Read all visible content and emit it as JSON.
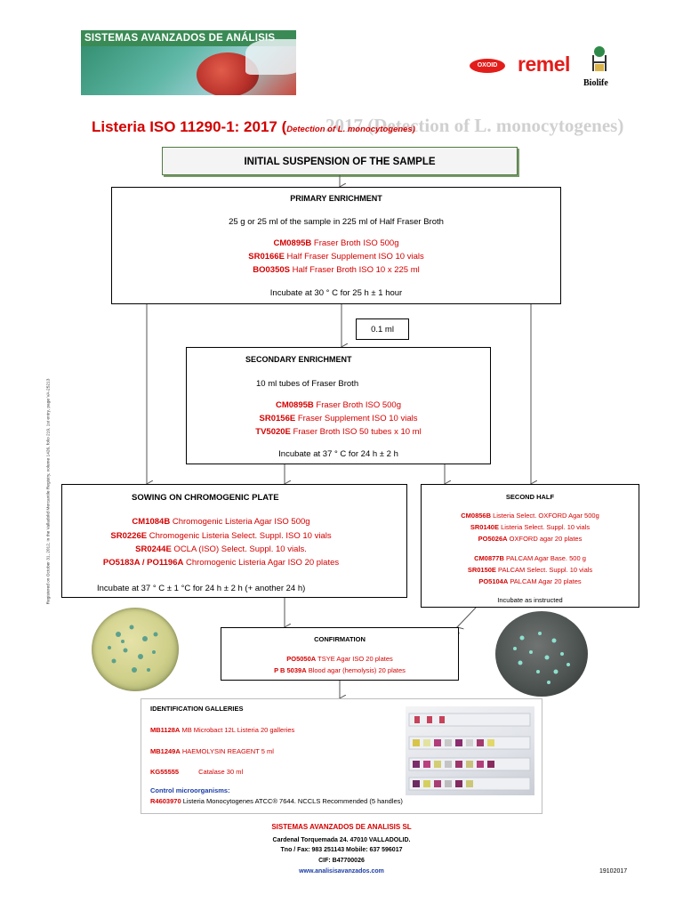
{
  "header": {
    "banner_text": "SISTEMAS AVANZADOS DE ANÁLISIS",
    "oxoid": "OXOID",
    "remel": "remel",
    "biolife": "Biolife"
  },
  "title": {
    "main": "Listeria ISO 11290-1: 2017 (",
    "detection": "Detection of L. monocytogenes)",
    "ghost": "2017 (Detection of L. monocytogenes)"
  },
  "initial": "INITIAL SUSPENSION OF THE SAMPLE",
  "primary": {
    "title": "PRIMARY ENRICHMENT",
    "desc": "25 g or 25 ml of the sample in 225 ml of Half Fraser Broth",
    "items": [
      {
        "code": "CM0895B",
        "text": " Fraser Broth ISO 500g"
      },
      {
        "code": "SR0166E",
        "text": " Half Fraser Supplement ISO 10 vials"
      },
      {
        "code": "BO0350S",
        "text": " Half Fraser Broth ISO 10 x 225 ml"
      }
    ],
    "incubate": "Incubate at 30 ° C for 25 h ± 1 hour"
  },
  "transfer": "0.1 ml",
  "secondary": {
    "title": "SECONDARY ENRICHMENT",
    "desc": "10 ml tubes of Fraser Broth",
    "items": [
      {
        "code": "CM0895B",
        "text": " Fraser Broth ISO 500g"
      },
      {
        "code": "SR0156E",
        "text": " Fraser Supplement ISO 10 vials"
      },
      {
        "code": "TV5020E",
        "text": " Fraser Broth ISO 50 tubes x 10 ml"
      }
    ],
    "incubate": "Incubate at 37 ° C for 24 h ± 2 h"
  },
  "sowing": {
    "title": "SOWING ON CHROMOGENIC PLATE",
    "items": [
      {
        "code": "CM1084B",
        "text": " Chromogenic Listeria Agar ISO 500g"
      },
      {
        "code": "SR0226E",
        "text": " Chromogenic Listeria Select. Suppl. ISO 10 vials"
      },
      {
        "code": "SR0244E",
        "text": " OCLA (ISO) Select. Suppl. 10 vials."
      },
      {
        "code": "PO5183A / PO1196A",
        "text": " Chromogenic Listeria Agar ISO 20 plates"
      }
    ],
    "incubate": "Incubate at 37 ° C ± 1 °C for 24 h ± 2 h (+ another 24 h)"
  },
  "second_half": {
    "title": "SECOND HALF",
    "group1": [
      {
        "code": "CM0856B",
        "text": " Listeria Select. OXFORD Agar 500g"
      },
      {
        "code": "SR0140E",
        "text": " Listeria Select. Suppl. 10 vials"
      },
      {
        "code": "PO5026A",
        "text": " OXFORD agar 20 plates"
      }
    ],
    "group2": [
      {
        "code": "CM0877B",
        "text": " PALCAM Agar Base. 500 g"
      },
      {
        "code": "SR0150E",
        "text": " PALCAM Select. Suppl. 10 vials"
      },
      {
        "code": "PO5104A",
        "text": " PALCAM Agar 20 plates"
      }
    ],
    "incubate": "Incubate as instructed"
  },
  "confirmation": {
    "title": "CONFIRMATION",
    "items": [
      {
        "code": "PO5050A",
        "text": " TSYE Agar ISO 20 plates"
      },
      {
        "code": "P B 5039A",
        "text": " Blood agar (hemolysis) 20 plates"
      }
    ]
  },
  "galleries": {
    "title": "IDENTIFICATION GALLERIES",
    "items": [
      {
        "code": "MB1128A",
        "text": " MB Microbact 12L Listeria 20 galleries"
      },
      {
        "code": "MB1249A",
        "text": " HAEMOLYSIN REAGENT 5 ml"
      },
      {
        "code": "KG55555",
        "text": "Catalase 30 ml"
      }
    ],
    "control_label": "Control microorganisms:",
    "control_code": "R4603970",
    "control_text": " Listeria Monocytogenes ATCC® 7644. NCCLS Recommended (5 handles)"
  },
  "side_note": "Registered on October 31, 2012, in the Valladolid Mercantile Registry, volume 1426, folio 219, 1st entry, page VA-25213",
  "footer": {
    "company": "SISTEMAS AVANZADOS DE ANALISIS SL",
    "address": "Cardenal Torquemada 24. 47010 VALLADOLID.",
    "phone": "Tno / Fax: 983 251143 Mobile: 637 596017",
    "cif": "CIF: B47700026",
    "web": "www.analisisavanzados.com",
    "date": "19102017"
  },
  "colors": {
    "accent_red": "#d40000",
    "banner_green": "#4f9d6a",
    "initial_bg": "#f2f2f2",
    "control_blue": "#1a3ca8"
  }
}
